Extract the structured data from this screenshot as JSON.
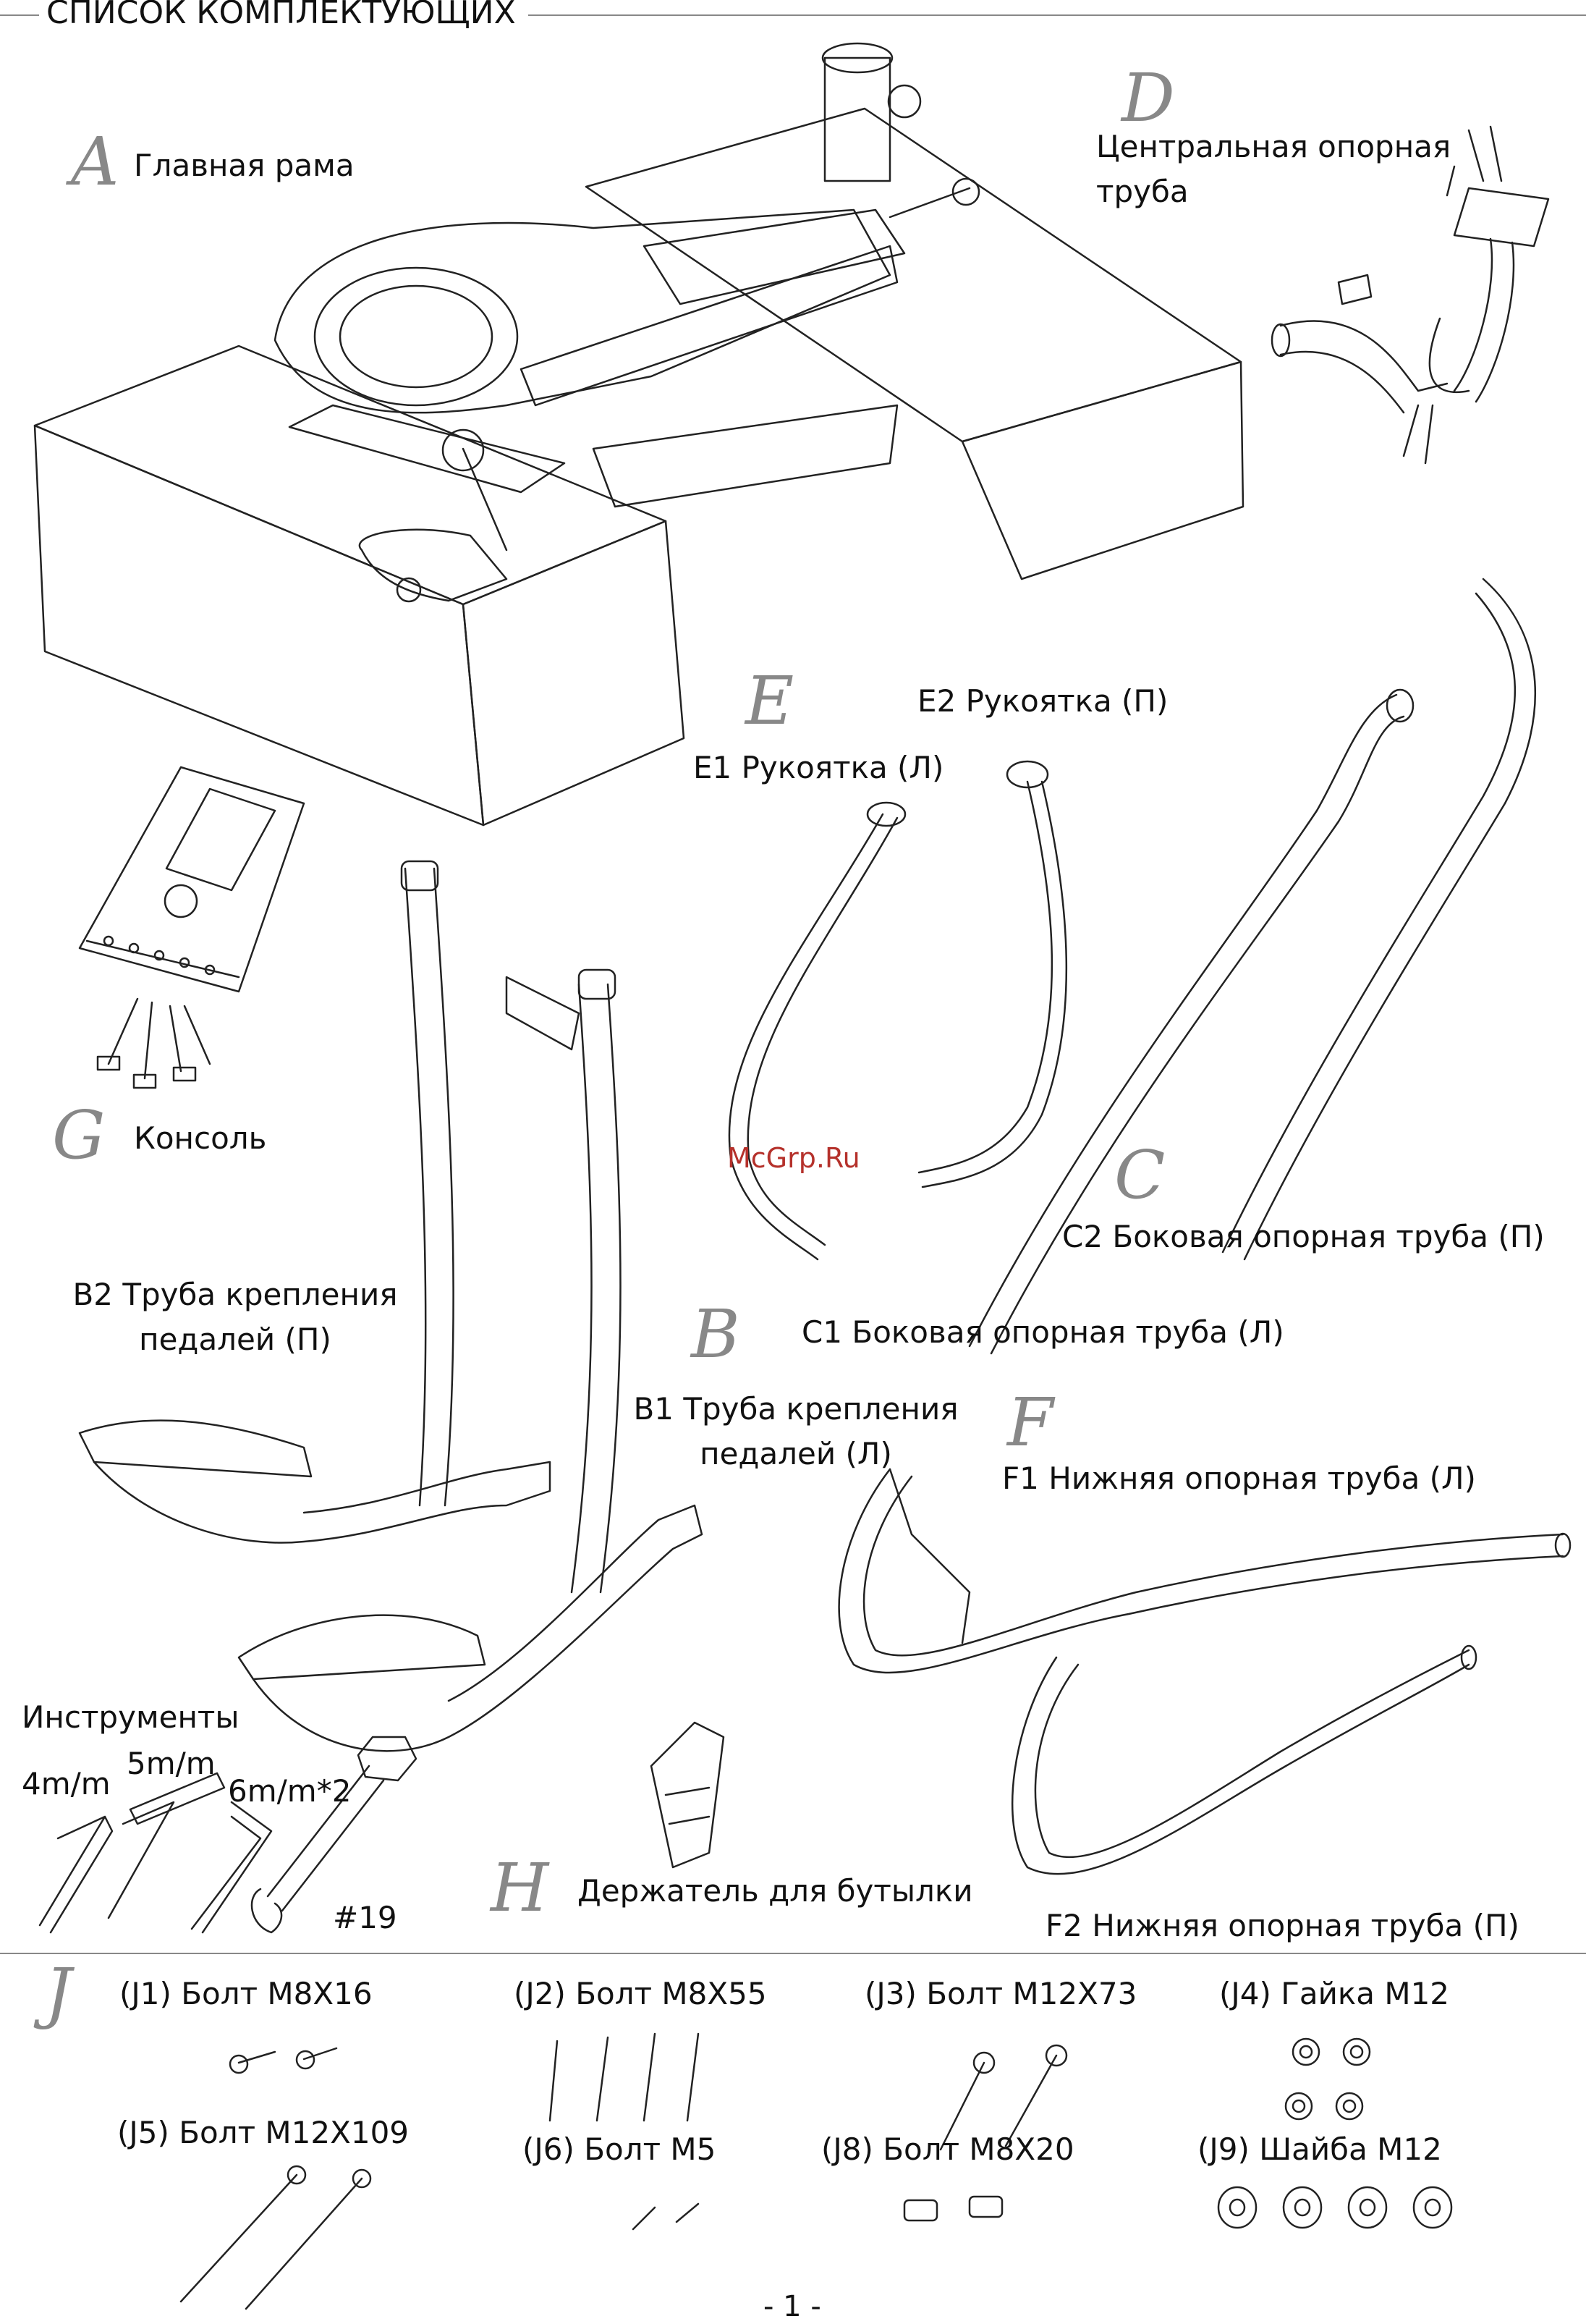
{
  "header": {
    "title": "СПИСОК КОМПЛЕКТУЮЩИХ"
  },
  "parts": {
    "A": {
      "letter": "A",
      "label": "Главная рама"
    },
    "D": {
      "letter": "D",
      "label_line1": "Центральная опорная",
      "label_line2": "труба"
    },
    "E": {
      "letter": "E",
      "e2": "E2 Рукоятка (П)",
      "e1": "E1 Рукоятка (Л)"
    },
    "G": {
      "letter": "G",
      "label": "Консоль"
    },
    "watermark": "McGrp.Ru",
    "C": {
      "letter": "C",
      "c2": "C2 Боковая опорная труба (П)",
      "c1": "C1 Боковая опорная труба (Л)"
    },
    "B": {
      "letter": "B",
      "b2_line1": "B2 Труба крепления",
      "b2_line2": "педалей (П)",
      "b1_line1": "B1 Труба крепления",
      "b1_line2": "педалей (Л)"
    },
    "F": {
      "letter": "F",
      "f1": "F1 Нижняя опорная труба (Л)",
      "f2": "F2 Нижняя опорная труба (П)"
    },
    "tools": {
      "title": "Инструменты",
      "t4": "4m/m",
      "t5": "5m/m",
      "t6": "6m/m*2",
      "t19": "#19"
    },
    "H": {
      "letter": "H",
      "label": "Держатель для бутылки"
    }
  },
  "hardware": {
    "letter": "J",
    "j1": "(J1)  Болт M8X16",
    "j2": "(J2) Болт M8X55",
    "j3": "(J3) Болт M12X73",
    "j4": "(J4) Гайка M12",
    "j5": "(J5) Болт M12X109",
    "j6": "(J6) Болт M5",
    "j8": "(J8) Болт M8X20",
    "j9": "(J9)  Шайба M12"
  },
  "footer": {
    "page": "- 1 -"
  }
}
